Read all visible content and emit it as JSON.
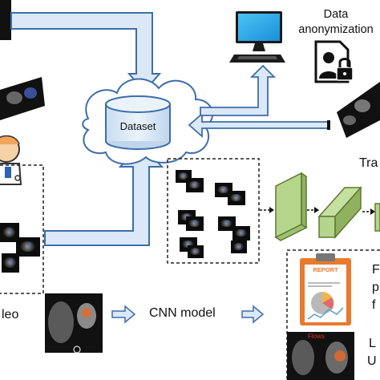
{
  "labels": {
    "data_anonymization": "Data\nanonymization",
    "dataset": "Dataset",
    "cnn_model": "CNN model",
    "video_fragment": "leo",
    "training_fragment": "Tra",
    "report_title": "REPORT",
    "flows_tag": "Flows",
    "right_fragments": [
      "F",
      "p",
      "f"
    ],
    "bottom_right_fragments": [
      "L",
      "U"
    ]
  },
  "icons": {
    "monitor": "monitor-icon",
    "anonymous_user": "anonymous-user-lock-icon",
    "doctor": "doctor-icon",
    "report": "clipboard-report-icon"
  },
  "colors": {
    "pipe_fill": "#dbe8f7",
    "pipe_stroke": "#3d6ea8",
    "cnn_block": "#b5d58c",
    "cnn_block_stroke": "#5b7a2e",
    "monitor_screen": "#20a6e8"
  }
}
